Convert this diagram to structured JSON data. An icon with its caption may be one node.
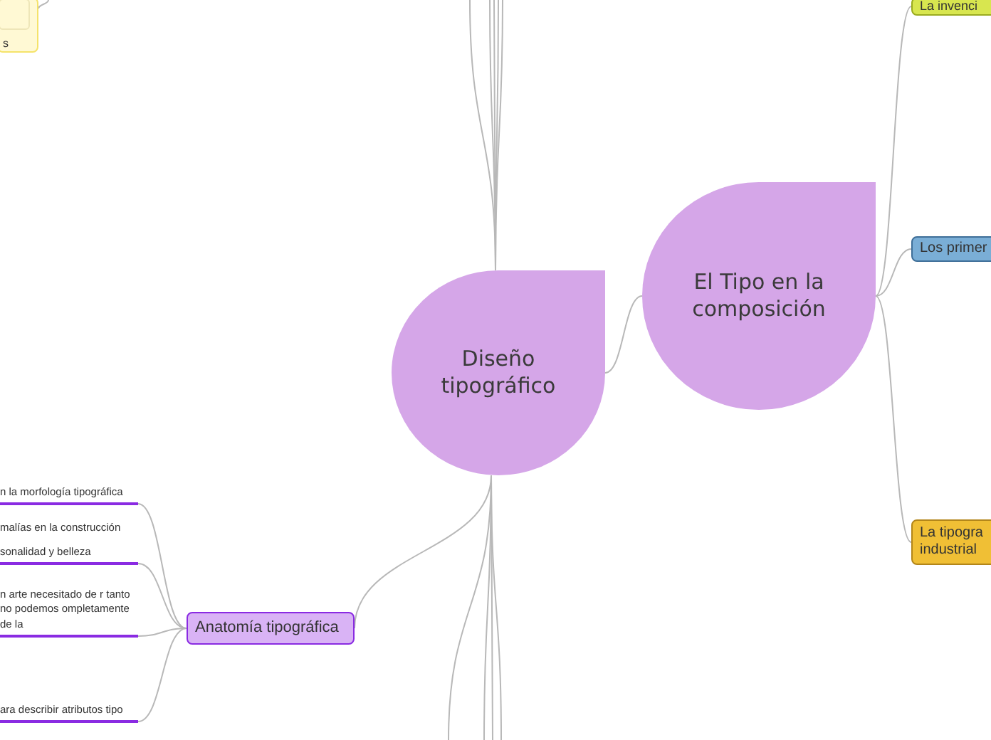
{
  "diagram": {
    "nodes": [
      {
        "text": [
          "Diseño tipográfico"
        ]
      },
      {
        "text": [
          "El Tipo en la composición"
        ]
      },
      {
        "text": [
          "La invenci"
        ]
      },
      {
        "text": [
          "Los primer"
        ]
      },
      {
        "text": [
          "La tipogra industrial"
        ]
      },
      {
        "text": [
          "Anatomía tipográfica"
        ]
      },
      {
        "text": [
          "n la morfología tipográfica"
        ]
      },
      {
        "text": [
          "sonalidad y belleza"
        ]
      },
      {
        "text": [
          "n arte necesitado de r tanto no podemos ompletamente de la"
        ]
      },
      {
        "text": [
          "ara describir atributos tipo"
        ]
      },
      {
        "text": [
          "s"
        ]
      }
    ],
    "edges": [
      {
        "from": 0,
        "to": 1,
        "arrow": "none"
      },
      {
        "from": 0,
        "to": 5,
        "arrow": "none"
      },
      {
        "from": 1,
        "to": 2,
        "arrow": "none"
      },
      {
        "from": 1,
        "to": 3,
        "arrow": "none"
      },
      {
        "from": 1,
        "to": 4,
        "arrow": "none"
      },
      {
        "from": 5,
        "to": 6,
        "arrow": "none"
      },
      {
        "from": 5,
        "to": 7,
        "arrow": "none"
      },
      {
        "from": 5,
        "to": 8,
        "arrow": "none"
      },
      {
        "from": 5,
        "to": 9,
        "arrow": "none"
      },
      {
        "from": 0,
        "to": null,
        "arrow": "none"
      },
      {
        "from": 0,
        "to": null,
        "arrow": "none"
      },
      {
        "from": 0,
        "to": null,
        "arrow": "none"
      },
      {
        "from": 0,
        "to": null,
        "arrow": "none"
      },
      {
        "from": 0,
        "to": null,
        "arrow": "none"
      },
      {
        "from": 0,
        "to": null,
        "arrow": "none"
      },
      {
        "from": 0,
        "to": null,
        "arrow": "none"
      },
      {
        "from": 0,
        "to": null,
        "arrow": "none"
      },
      {
        "from": 0,
        "to": null,
        "arrow": "none"
      },
      {
        "from": 10,
        "to": null,
        "arrow": "none"
      }
    ],
    "labels": [
      "malías en la construcción"
    ]
  }
}
